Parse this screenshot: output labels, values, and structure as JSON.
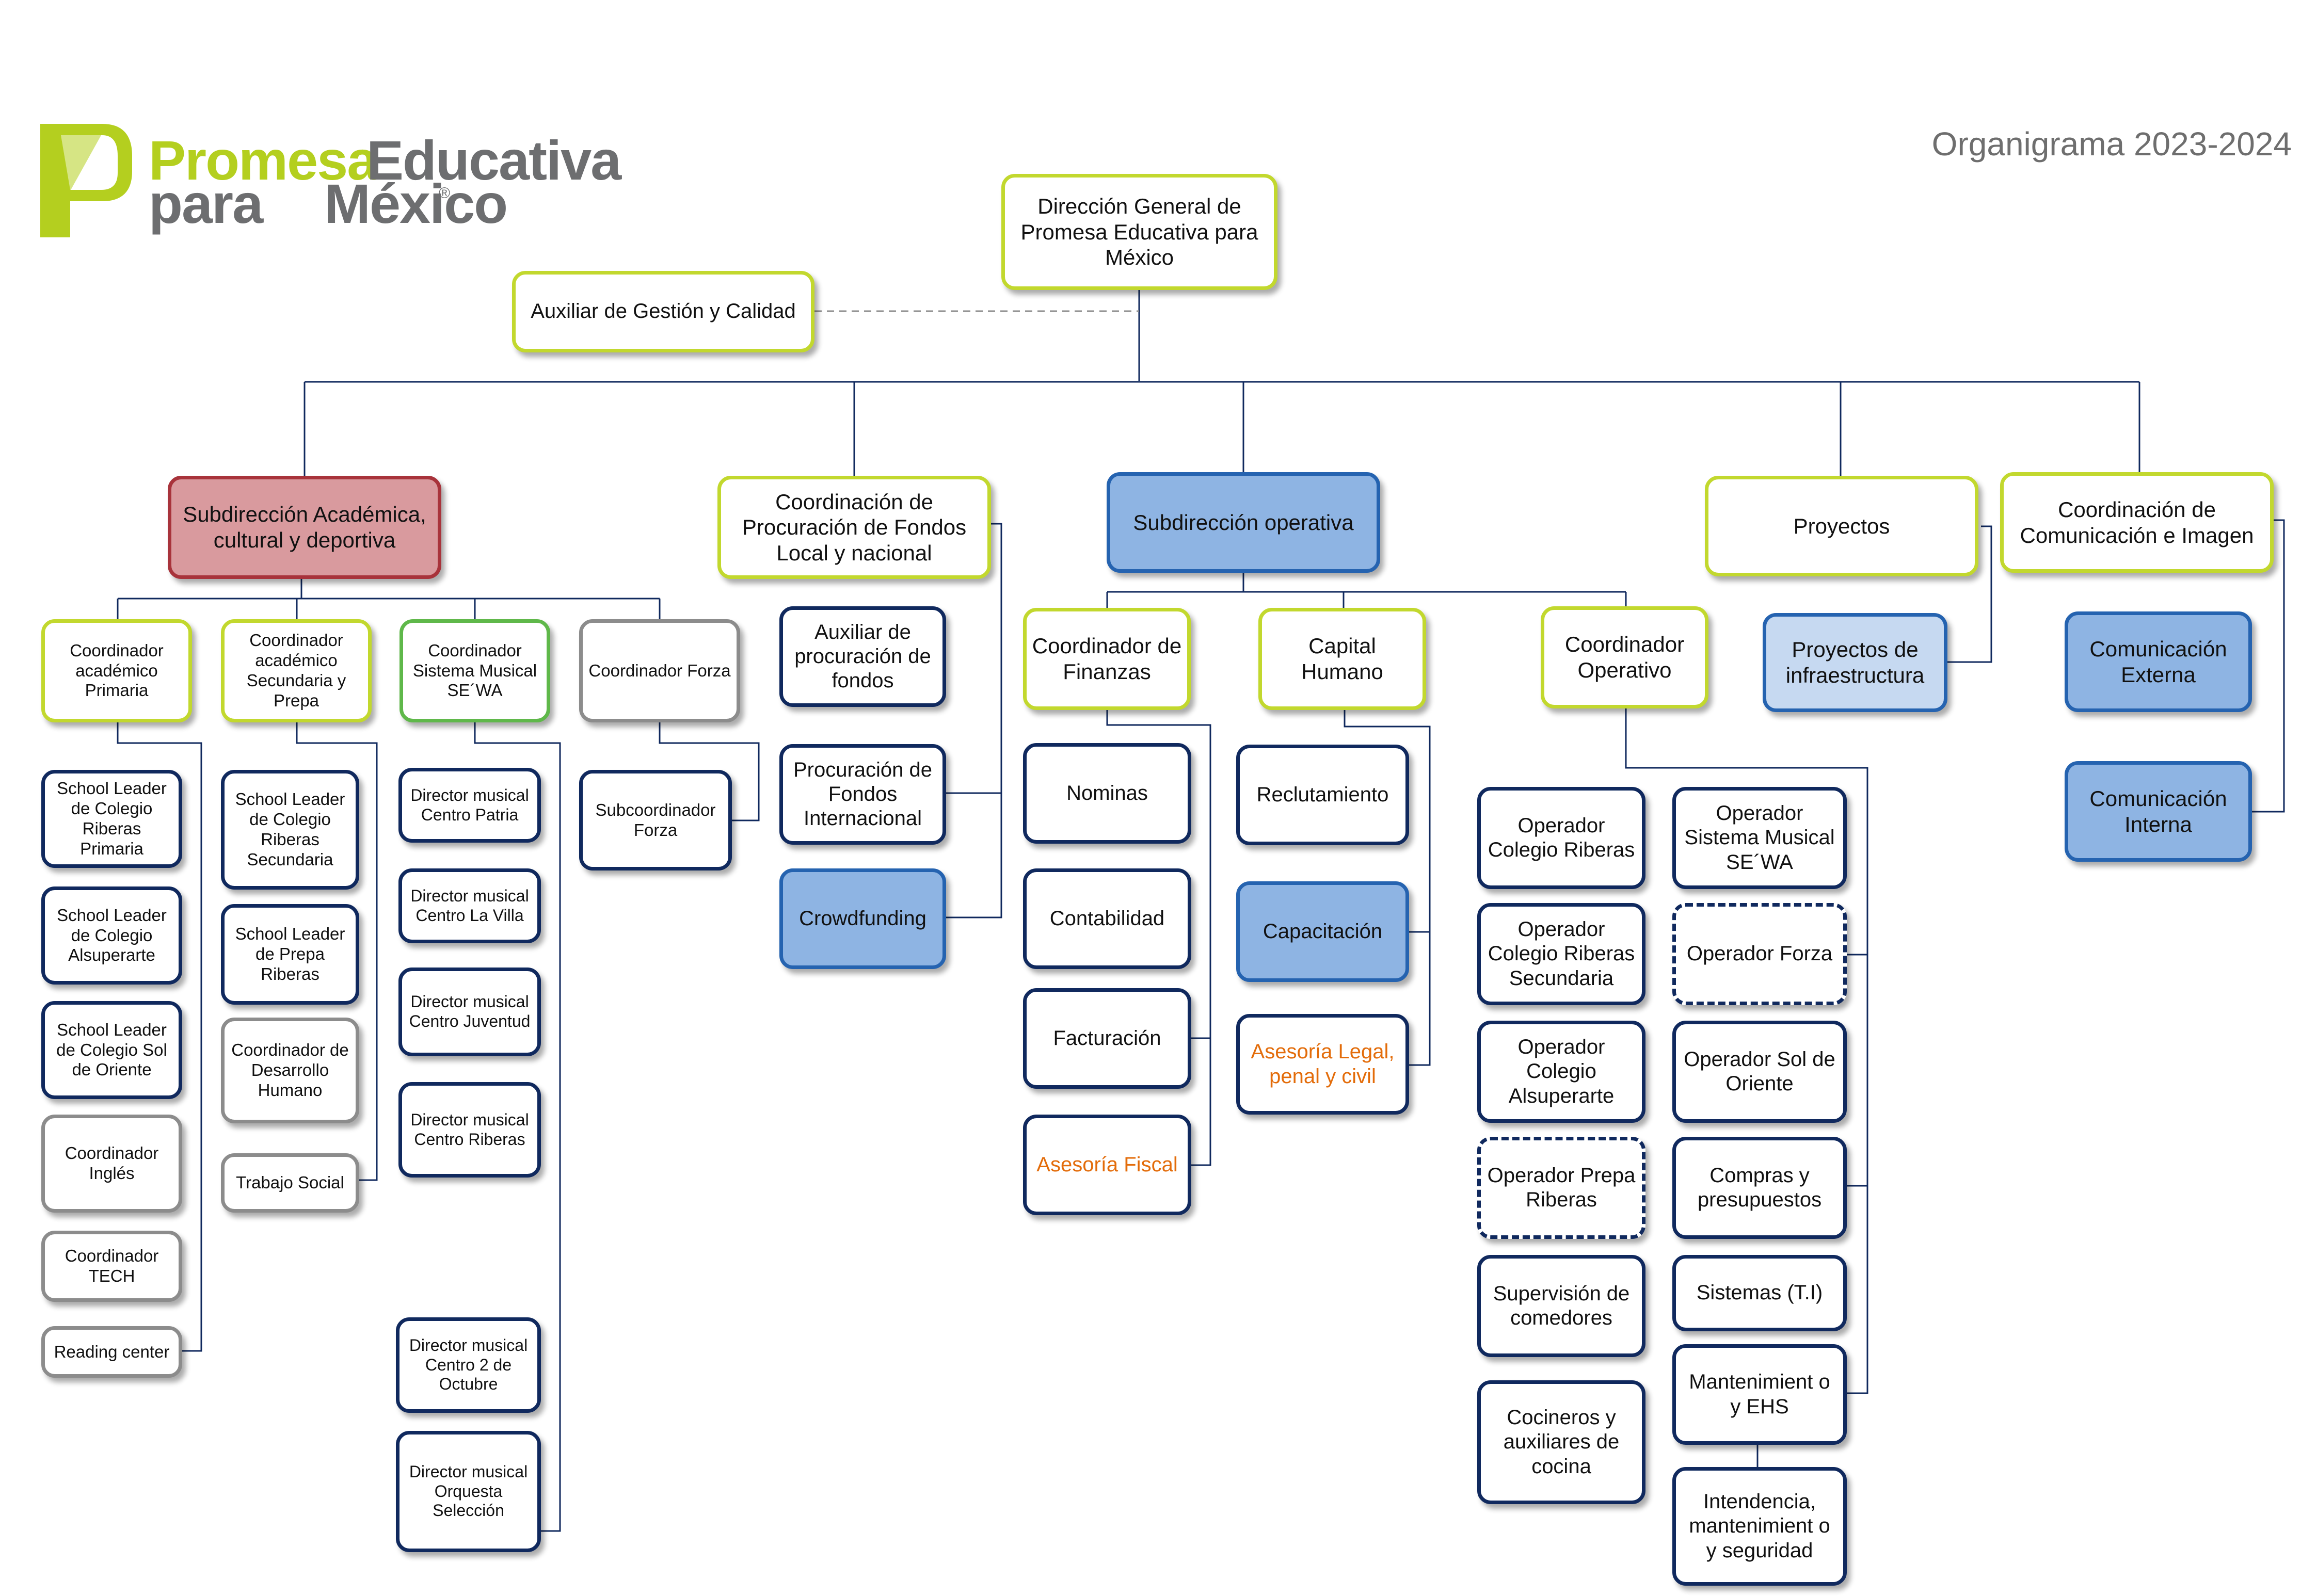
{
  "header": {
    "title": "Organigrama 2023-2024",
    "logo": {
      "word1": "Promesa",
      "word2": "Educativa",
      "word3": "para",
      "word4": "México",
      "mark": "®"
    }
  },
  "colors": {
    "lime": "#c2d82e",
    "navy": "#10295e",
    "gray": "#8c8c8c",
    "red_fill": "#d99a9e",
    "blue_fill": "#8eb4e3",
    "orange_text": "#e36c0a"
  },
  "nodes": {
    "direccion": "Dirección General de Promesa Educativa para México",
    "auxiliar_gestion": "Auxiliar de Gestión y Calidad",
    "sub_academica": "Subdirección Académica, cultural y deportiva",
    "coord_procuracion": "Coordinación de Procuración de Fondos Local y nacional",
    "sub_operativa": "Subdirección operativa",
    "proyectos": "Proyectos",
    "coord_comunicacion": "Coordinación de Comunicación e Imagen",
    "coord_primaria": "Coordinador académico Primaria",
    "coord_secundaria": "Coordinador académico Secundaria y Prepa",
    "coord_sewa": "Coordinador Sistema Musical SE´WA",
    "coord_forza": "Coordinador Forza",
    "sl_riberas_primaria": "School Leader de Colegio Riberas Primaria",
    "sl_alsuperarte": "School Leader de Colegio Alsuperarte",
    "sl_sol_oriente": "School Leader de Colegio Sol de Oriente",
    "coord_ingles": "Coordinador Inglés",
    "coord_tech": "Coordinador TECH",
    "reading_center": "Reading center",
    "sl_riberas_secundaria": "School Leader de Colegio Riberas Secundaria",
    "sl_prepa_riberas": "School Leader de Prepa Riberas",
    "coord_desarrollo": "Coordinador de Desarrollo Humano",
    "trabajo_social": "Trabajo Social",
    "dm_patria": "Director musical Centro Patria",
    "dm_villa": "Director musical Centro La Villa",
    "dm_juventud": "Director musical Centro Juventud",
    "dm_riberas": "Director musical Centro Riberas",
    "dm_2octubre": "Director musical Centro 2 de Octubre",
    "dm_orquesta": "Director musical Orquesta Selección",
    "subcoord_forza": "Subcoordinador Forza",
    "aux_procuracion": "Auxiliar de procuración de fondos",
    "procuracion_internacional": "Procuración de Fondos Internacional",
    "crowdfunding": "Crowdfunding",
    "coord_finanzas": "Coordinador de Finanzas",
    "nominas": "Nominas",
    "contabilidad": "Contabilidad",
    "facturacion": "Facturación",
    "asesoria_fiscal": "Asesoría Fiscal",
    "capital_humano": "Capital Humano",
    "reclutamiento": "Reclutamiento",
    "capacitacion": "Capacitación",
    "asesoria_legal": "Asesoría Legal, penal y civil",
    "coord_operativo": "Coordinador Operativo",
    "op_riberas": "Operador Colegio Riberas",
    "op_riberas_sec": "Operador Colegio Riberas Secundaria",
    "op_alsuperarte": "Operador Colegio Alsuperarte",
    "op_prepa_riberas": "Operador Prepa Riberas",
    "supervision_comedores": "Supervisión de comedores",
    "cocineros": "Cocineros y auxiliares de cocina",
    "op_sewa": "Operador Sistema Musical SE´WA",
    "op_forza": "Operador Forza",
    "op_sol_oriente": "Operador Sol de Oriente",
    "compras": "Compras y presupuestos",
    "sistemas": "Sistemas (T.I)",
    "mantenimiento": "Mantenimient o y EHS",
    "intendencia": "Intendencia, mantenimient o y seguridad",
    "proyectos_infra": "Proyectos de infraestructura",
    "com_externa": "Comunicación Externa",
    "com_interna": "Comunicación Interna"
  }
}
